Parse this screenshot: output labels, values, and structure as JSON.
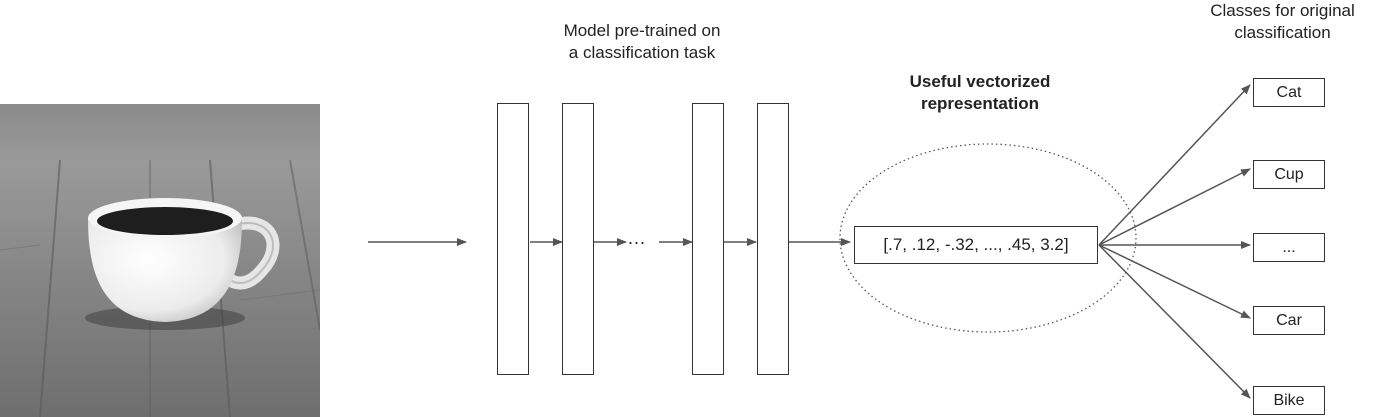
{
  "diagram": {
    "model_caption": [
      "Model pre-trained on",
      "a classification task"
    ],
    "vector_caption": [
      "Useful vectorized",
      "representation"
    ],
    "classes_caption": [
      "Classes for original",
      "classification"
    ],
    "vector_text": "[.7, .12, -.32, ..., .45, 3.2]",
    "layer_gap_text": "...",
    "classes": [
      "Cat",
      "Cup",
      "...",
      "Car",
      "Bike"
    ],
    "image_subject": "coffee-cup-photo"
  },
  "colors": {
    "stroke": "#555555",
    "text": "#222222"
  }
}
